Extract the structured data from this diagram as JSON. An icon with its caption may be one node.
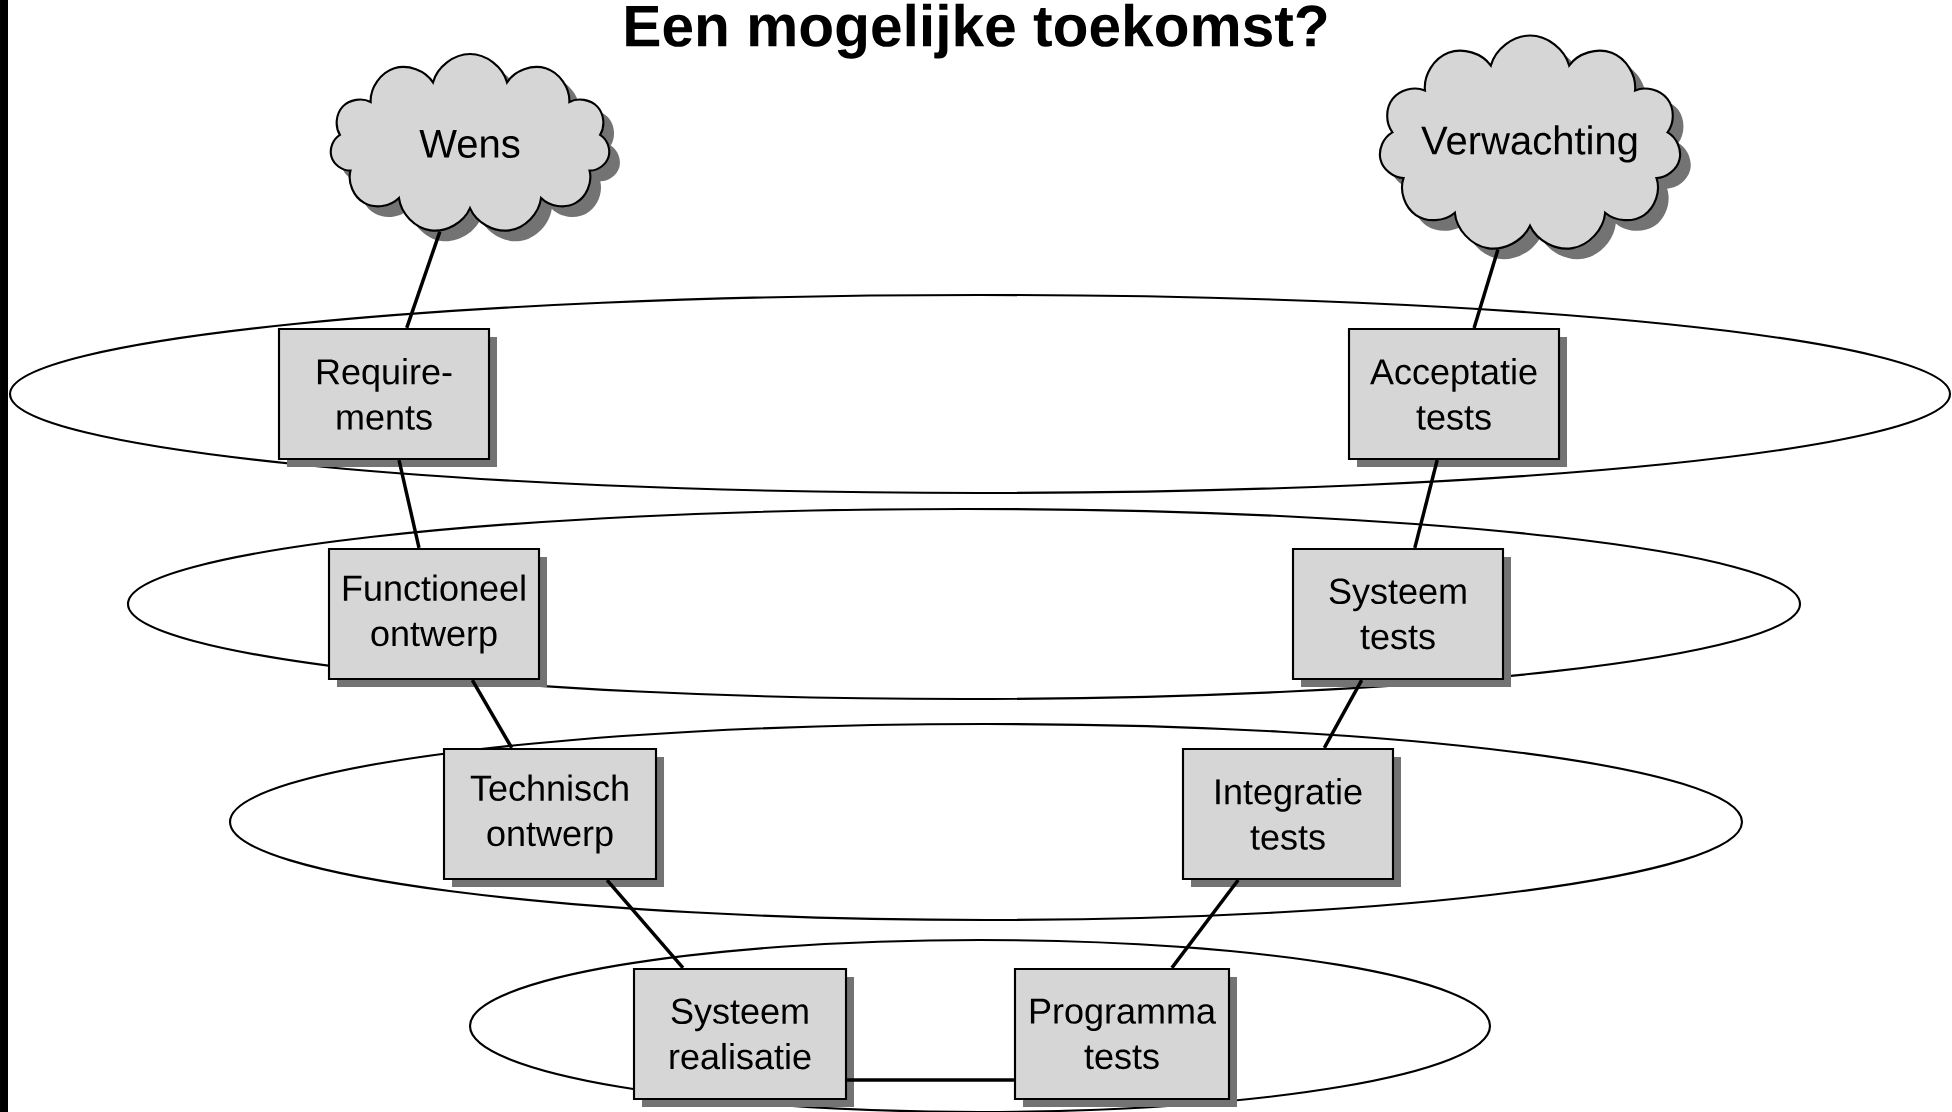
{
  "diagram": {
    "title": "Een mogelijke toekomst?",
    "nodes": [
      {
        "text": [
          "Wens"
        ]
      },
      {
        "text": [
          "Verwachting"
        ]
      },
      {
        "text": [],
        "shape": "ellipse"
      },
      {
        "text": [
          "Require- ments"
        ],
        "in": 2
      },
      {
        "text": [
          "Acceptatie tests"
        ],
        "in": 2
      },
      {
        "text": [],
        "shape": "ellipse"
      },
      {
        "text": [
          "Functioneel ontwerp"
        ],
        "in": 5
      },
      {
        "text": [
          "Systeem tests"
        ],
        "in": 5
      },
      {
        "text": [],
        "shape": "ellipse"
      },
      {
        "text": [
          "Technisch ontwerp"
        ],
        "in": 8
      },
      {
        "text": [
          "Integratie tests"
        ],
        "in": 8
      },
      {
        "text": [],
        "shape": "ellipse"
      },
      {
        "text": [
          "Systeem realisatie"
        ],
        "in": 11
      },
      {
        "text": [
          "Programma tests"
        ],
        "in": 11
      }
    ],
    "edges": [
      {
        "from": 0,
        "to": 3,
        "arrow": "none"
      },
      {
        "from": 3,
        "to": 6,
        "arrow": "none"
      },
      {
        "from": 6,
        "to": 9,
        "arrow": "none"
      },
      {
        "from": 9,
        "to": 12,
        "arrow": "none"
      },
      {
        "from": 12,
        "to": 13,
        "arrow": "none"
      },
      {
        "from": 13,
        "to": 10,
        "arrow": "none"
      },
      {
        "from": 10,
        "to": 7,
        "arrow": "none"
      },
      {
        "from": 7,
        "to": 4,
        "arrow": "none"
      },
      {
        "from": 4,
        "to": 1,
        "arrow": "none"
      }
    ]
  }
}
